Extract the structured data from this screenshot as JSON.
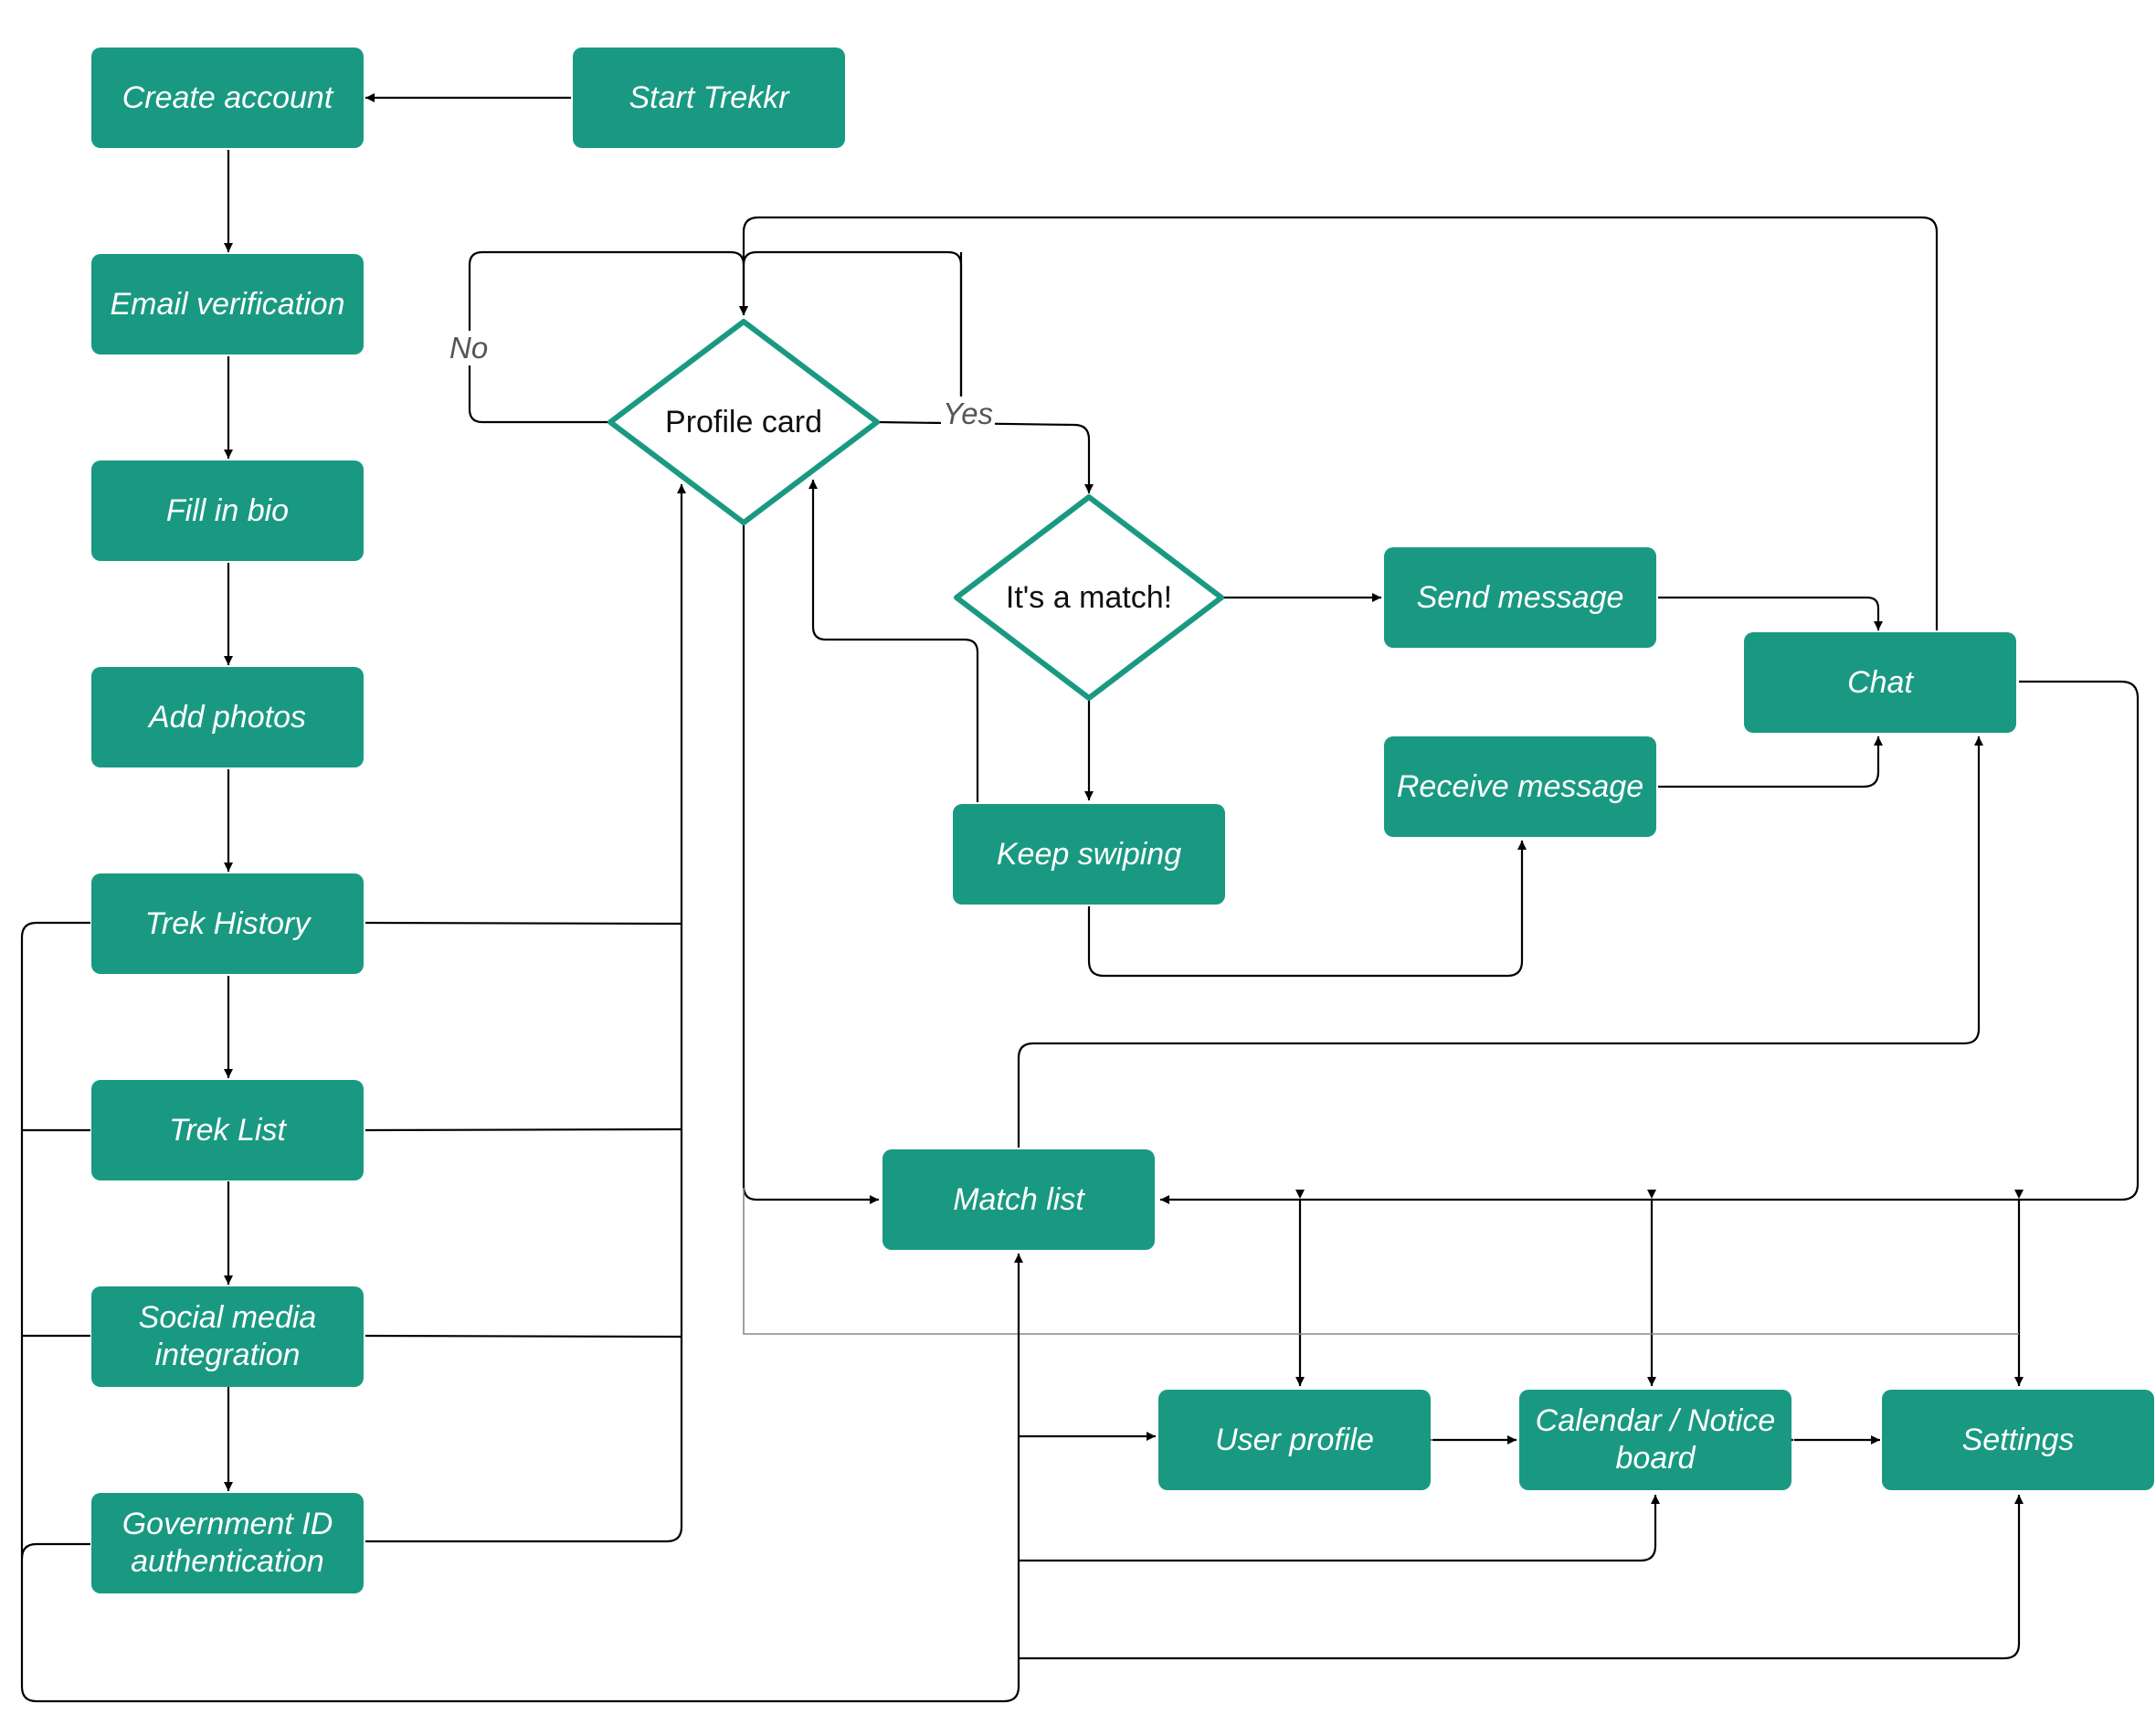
{
  "colors": {
    "node_fill": "#1a9982",
    "node_text": "#ffffff",
    "line": "#000000",
    "label_text": "#555555"
  },
  "nodes": {
    "create_account": "Create account",
    "start_trekkr": "Start Trekkr",
    "email_verification": "Email verification",
    "fill_in_bio": "Fill in bio",
    "add_photos": "Add photos",
    "trek_history": "Trek History",
    "trek_list": "Trek List",
    "social_media": "Social media\nintegration",
    "government_id": "Government ID\nauthentication",
    "send_message": "Send message",
    "receive_message": "Receive message",
    "chat": "Chat",
    "keep_swiping": "Keep swiping",
    "match_list": "Match list",
    "user_profile": "User profile",
    "calendar": "Calendar / Notice\nboard",
    "settings": "Settings"
  },
  "decisions": {
    "profile_card": "Profile card",
    "its_a_match": "It's a match!"
  },
  "edge_labels": {
    "no": "No",
    "yes": "Yes"
  }
}
